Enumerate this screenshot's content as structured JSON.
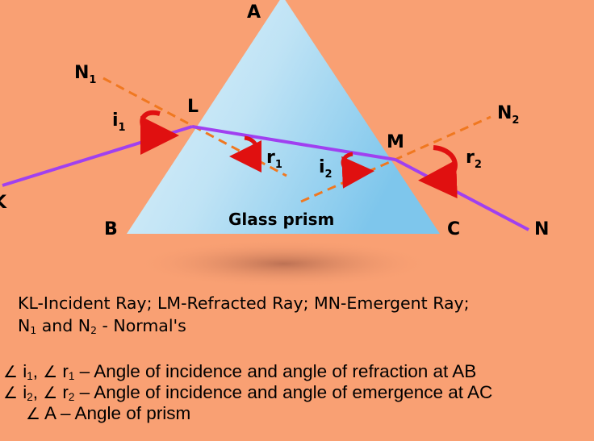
{
  "diagram": {
    "vertex_labels": {
      "A": "A",
      "B": "B",
      "C": "C"
    },
    "point_labels": {
      "L": "L",
      "M": "M",
      "N": "N",
      "K": "K"
    },
    "normal_labels": {
      "n1": "N",
      "n1_sub": "1",
      "n2": "N",
      "n2_sub": "2"
    },
    "angle_labels": {
      "i1": "i",
      "i1_sub": "1",
      "r1": "r",
      "r1_sub": "1",
      "i2": "i",
      "i2_sub": "2",
      "r2": "r",
      "r2_sub": "2"
    },
    "prism_label": "Glass prism",
    "colors": {
      "background": "#F9A073",
      "prism_light": "#D6EEF8",
      "prism_dark": "#8FCDEB",
      "ray": "#A040F0",
      "normal": "#F07820",
      "arrow": "#E01010"
    }
  },
  "caption": {
    "line1": "KL-Incident Ray; LM-Refracted Ray; MN-Emergent Ray;",
    "line2_n1": "N",
    "line2_n1_sub": "1",
    "line2_and": " and N",
    "line2_n2_sub": "2",
    "line2_rest": " - Normal's"
  },
  "legend": {
    "angle_symbol": "∠",
    "row1": {
      "a": " i",
      "a_sub": "1",
      "b": ", ",
      "c": " r",
      "c_sub": "1",
      "text": " – Angle of incidence and angle of refraction at  AB"
    },
    "row2": {
      "a": " i",
      "a_sub": "2",
      "b": ", ",
      "c": " r",
      "c_sub": "2",
      "text": " – Angle of incidence and angle of emergence at  AC"
    },
    "row3": {
      "text": " A – Angle of prism"
    }
  }
}
